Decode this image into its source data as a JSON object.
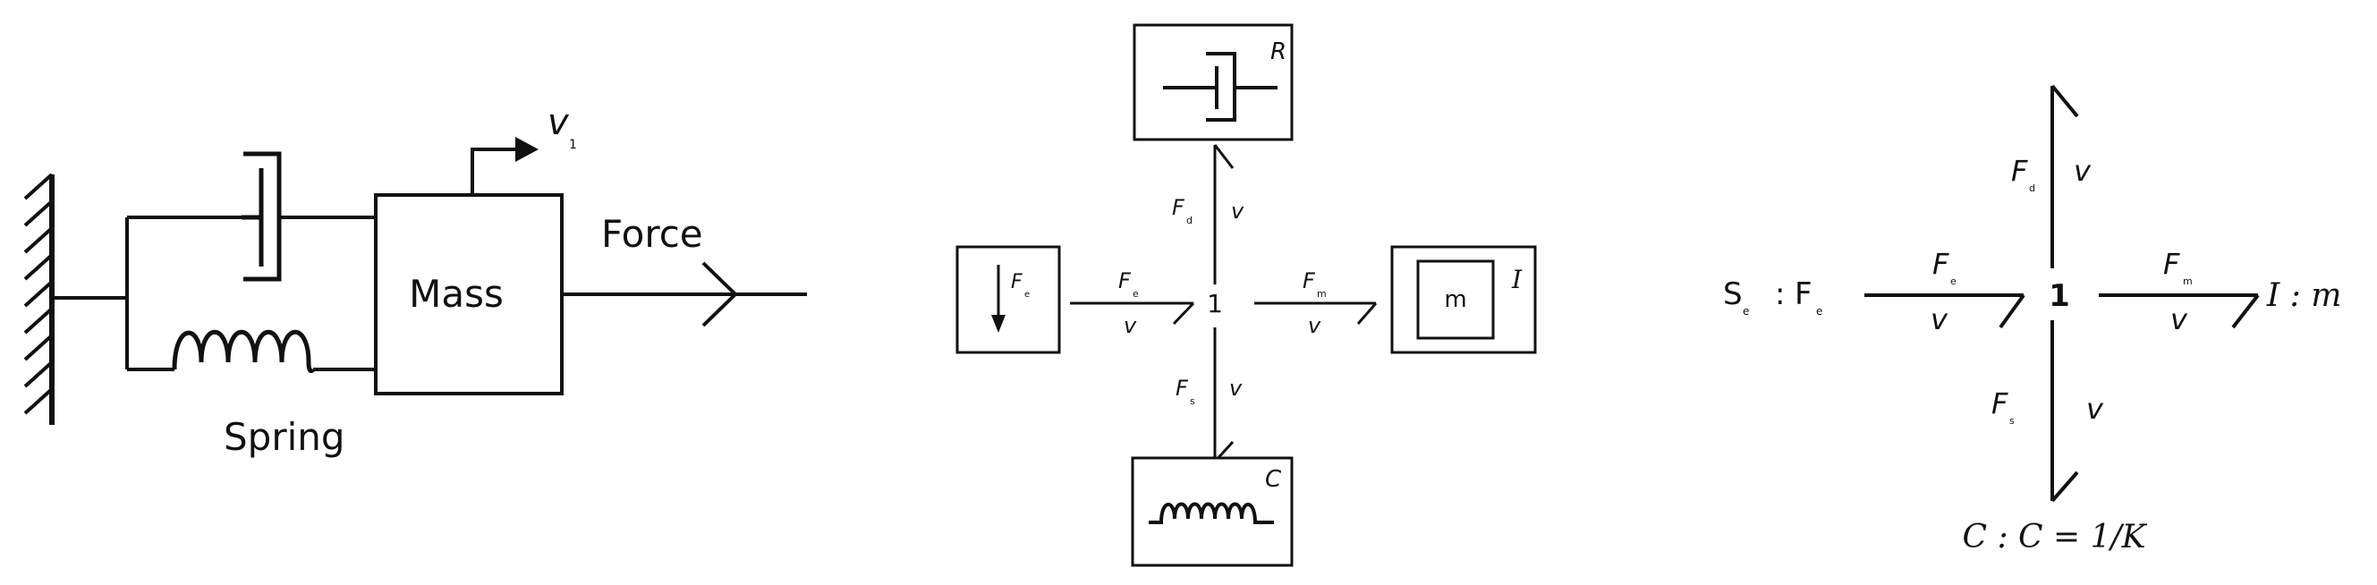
{
  "mechanical": {
    "velocity_symbol": "v",
    "velocity_subscript": "1",
    "mass_label": "Mass",
    "force_label": "Force",
    "spring_label": "Spring"
  },
  "bond_graph_icons": {
    "resistor_tag": "R",
    "inertia_tag": "I",
    "capacitor_tag": "C",
    "mass_symbol": "m",
    "junction": "1",
    "source_effort": "F",
    "source_effort_sub": "e",
    "bond_top_effort": "F",
    "bond_top_effort_sub": "d",
    "bond_top_flow": "v",
    "bond_left_effort": "F",
    "bond_left_effort_sub": "e",
    "bond_left_flow": "v",
    "bond_right_effort": "F",
    "bond_right_effort_sub": "m",
    "bond_right_flow": "v",
    "bond_bottom_effort": "F",
    "bond_bottom_effort_sub": "s",
    "bond_bottom_flow": "v"
  },
  "bond_graph_symbolic": {
    "source_label": "S",
    "source_label_sub": "e",
    "source_sep": ":",
    "source_value": "F",
    "source_value_sub": "e",
    "junction": "1",
    "inertia_label": "I : m",
    "capacitor_label": "C : C = 1/K",
    "bond_top_effort": "F",
    "bond_top_effort_sub": "d",
    "bond_top_flow": "v",
    "bond_left_effort": "F",
    "bond_left_effort_sub": "e",
    "bond_left_flow": "v",
    "bond_right_effort": "F",
    "bond_right_effort_sub": "m",
    "bond_right_flow": "v",
    "bond_bottom_effort": "F",
    "bond_bottom_effort_sub": "s",
    "bond_bottom_flow": "v"
  },
  "colors": {
    "stroke": "#111111",
    "background": "#ffffff",
    "subscript_accent": "#c2621f"
  }
}
